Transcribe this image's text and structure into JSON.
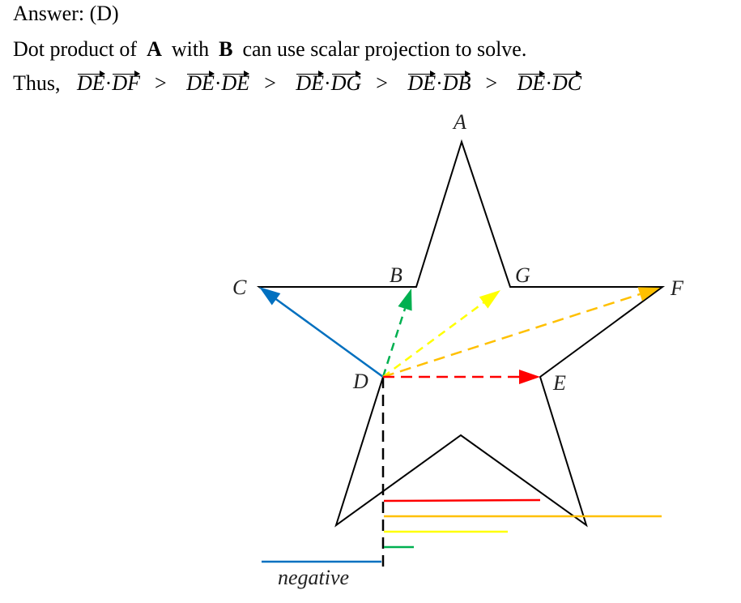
{
  "answer": "Answer: (D)",
  "explanation": {
    "pre": "Dot product of",
    "a": "A",
    "with": "with",
    "b": "B",
    "post": "can use scalar projection to solve."
  },
  "thus": {
    "label": "Thus,",
    "terms": [
      [
        "DE",
        "DF"
      ],
      [
        "DE",
        "DE"
      ],
      [
        "DE",
        "DG"
      ],
      [
        "DE",
        "DB"
      ],
      [
        "DE",
        "DC"
      ]
    ],
    "op": ">",
    "dot": "·"
  },
  "points": {
    "A": "A",
    "B": "B",
    "C": "C",
    "D": "D",
    "E": "E",
    "F": "F",
    "G": "G"
  },
  "negative_label": "negative",
  "colors": {
    "DC": "#0070c0",
    "DB": "#00b050",
    "DG": "#ffff00",
    "DF": "#ffc000",
    "DE": "#ff0000"
  }
}
